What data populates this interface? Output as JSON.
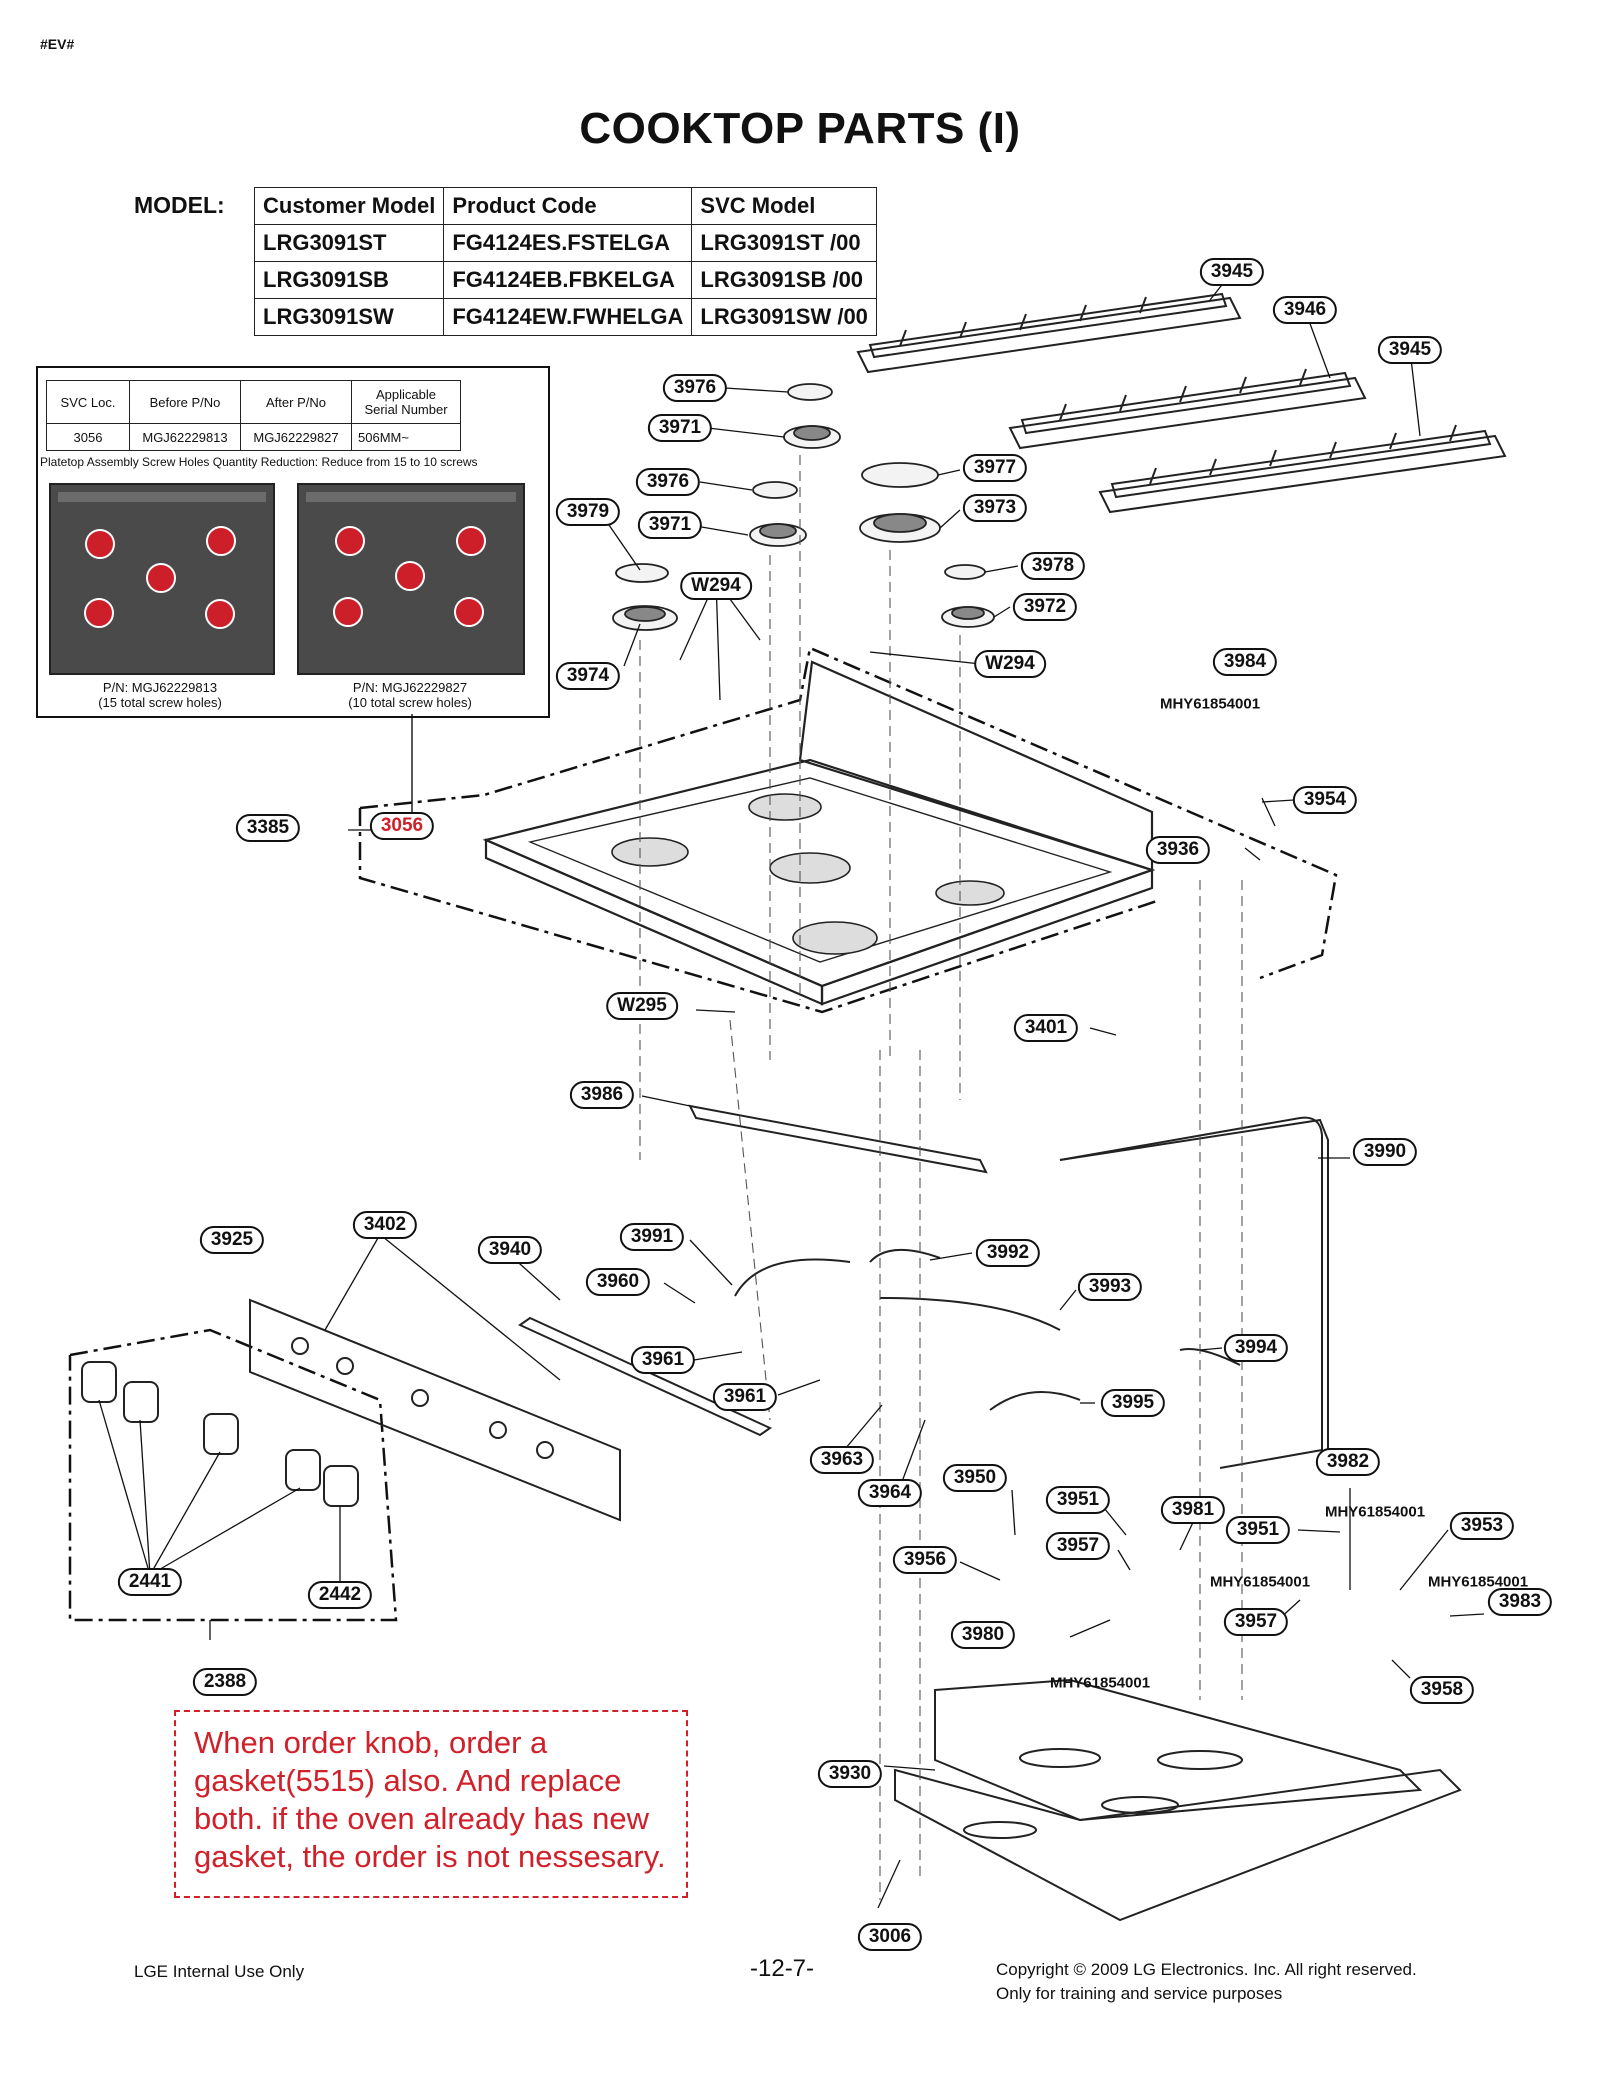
{
  "doc_tag": "#EV#",
  "title": "COOKTOP PARTS (I)",
  "model_label": "MODEL:",
  "model_table": {
    "headers": [
      "Customer Model",
      "Product Code",
      "SVC Model"
    ],
    "rows": [
      [
        "LRG3091ST",
        "FG4124ES.FSTELGA",
        "LRG3091ST /00"
      ],
      [
        "LRG3091SB",
        "FG4124EB.FBKELGA",
        "LRG3091SB /00"
      ],
      [
        "LRG3091SW",
        "FG4124EW.FWHELGA",
        "LRG3091SW /00"
      ]
    ]
  },
  "change_table": {
    "headers": [
      "SVC Loc.",
      "Before P/No",
      "After P/No",
      "Applicable Serial Number"
    ],
    "row": [
      "3056",
      "MGJ62229813",
      "MGJ62229827",
      "506MM~"
    ],
    "note": "Platetop  Assembly Screw Holes Quantity Reduction: Reduce from 15 to 10 screws"
  },
  "panels": [
    {
      "pn": "P/N: MGJ62229813",
      "caption": "(15 total screw holes)"
    },
    {
      "pn": "P/N: MGJ62229827",
      "caption": "(10 total screw holes)"
    }
  ],
  "callouts": [
    "3945",
    "3946",
    "3945",
    "3976",
    "3971",
    "3976",
    "3977",
    "3973",
    "3979",
    "3971",
    "3978",
    "3972",
    "W294",
    "W294",
    "3974",
    "3984",
    "3954",
    "3385",
    "3056",
    "3936",
    "W295",
    "3401",
    "3986",
    "3990",
    "3925",
    "3402",
    "3940",
    "3991",
    "3992",
    "3960",
    "3993",
    "3994",
    "3961",
    "3961",
    "3995",
    "3963",
    "3964",
    "3950",
    "3951",
    "3981",
    "3982",
    "3951",
    "3953",
    "3957",
    "3956",
    "3957",
    "3983",
    "3980",
    "3958",
    "2441",
    "2442",
    "2388",
    "3930",
    "3006"
  ],
  "part_numbers": [
    "MHY61854001",
    "MHY61854001",
    "MHY61854001",
    "MHY61854001",
    "MHY61854001"
  ],
  "note_lines": [
    "When order knob, order a",
    "gasket(5515) also. And replace",
    "both.  if the oven already has new",
    "gasket, the order is not nessesary."
  ],
  "footer": {
    "left": "LGE Internal Use Only",
    "page": "-12-7-",
    "copyright": "Copyright © 2009 LG Electronics. Inc. All right reserved.",
    "service": "Only for training and service purposes"
  },
  "colors": {
    "accent_red": "#d0202a",
    "ink": "#111111",
    "panel_gray": "#4a4a4a",
    "screw_red": "#cc1f2a"
  }
}
